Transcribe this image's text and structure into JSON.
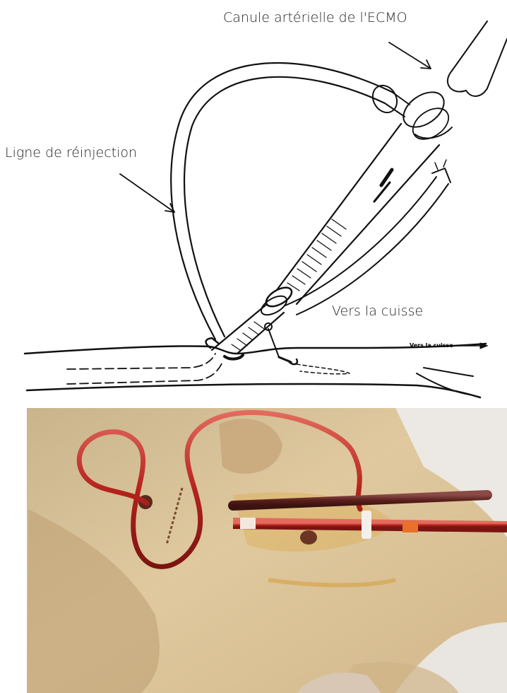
{
  "figure": {
    "labels": {
      "arterial_cannula": "Canule artérielle de l'ECMO",
      "reinjection_line": "Ligne de réinjection",
      "towards_thigh": "Vers la cuisse",
      "towards_thigh_original": "Vers la cuisse"
    },
    "photo": {
      "subject": "thigh",
      "tubing_color": "#c0322c"
    }
  }
}
